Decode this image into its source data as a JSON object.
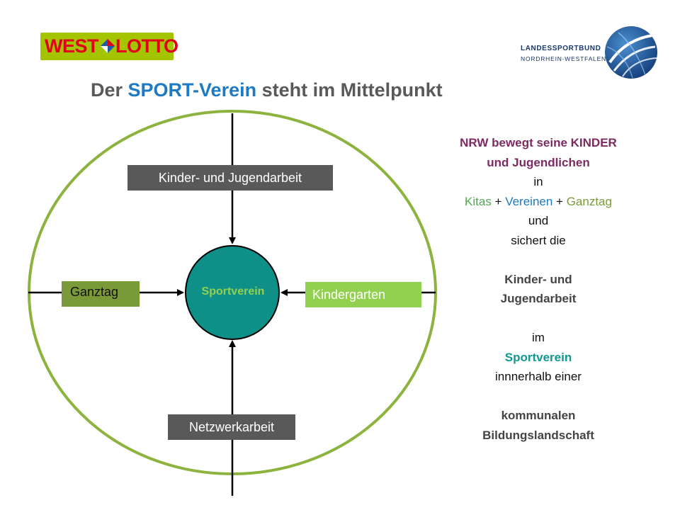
{
  "logos": {
    "westlotto": {
      "west": "WEST",
      "lotto": "LOTTO"
    },
    "landessportbund": {
      "line1": "LANDESSPORTBUND",
      "line2": "NORDRHEIN-WESTFALEN"
    }
  },
  "title": {
    "prefix": "Der ",
    "accent": "SPORT-Verein",
    "suffix": " steht im Mittelpunkt"
  },
  "diagram": {
    "center": "Sportverein",
    "top": "Kinder- und Jugendarbeit",
    "left": "Ganztag",
    "right": "Kindergarten",
    "bottom": "Netzwerkarbeit"
  },
  "sidebar": {
    "l1": "NRW bewegt seine KINDER",
    "l2": "und Jugendlichen",
    "l3": "in",
    "l4a": "Kitas",
    "l4b": " + ",
    "l4c": "Vereinen",
    "l4d": " + ",
    "l4e": "Ganztag",
    "l5": "und",
    "l6": "sichert die",
    "l7": "Kinder- und",
    "l8": "Jugendarbeit",
    "l9": "im",
    "l10": "Sportverein",
    "l11": "innnerhalb einer",
    "l12": "kommunalen",
    "l13": "Bildungslandschaft"
  },
  "colors": {
    "circle": "#8db33f",
    "center_fill": "#0e8f88",
    "accent_blue": "#1f7ac4",
    "box_gray": "#595959",
    "ganztag": "#7a9a3a",
    "kindergarten": "#92d050"
  }
}
